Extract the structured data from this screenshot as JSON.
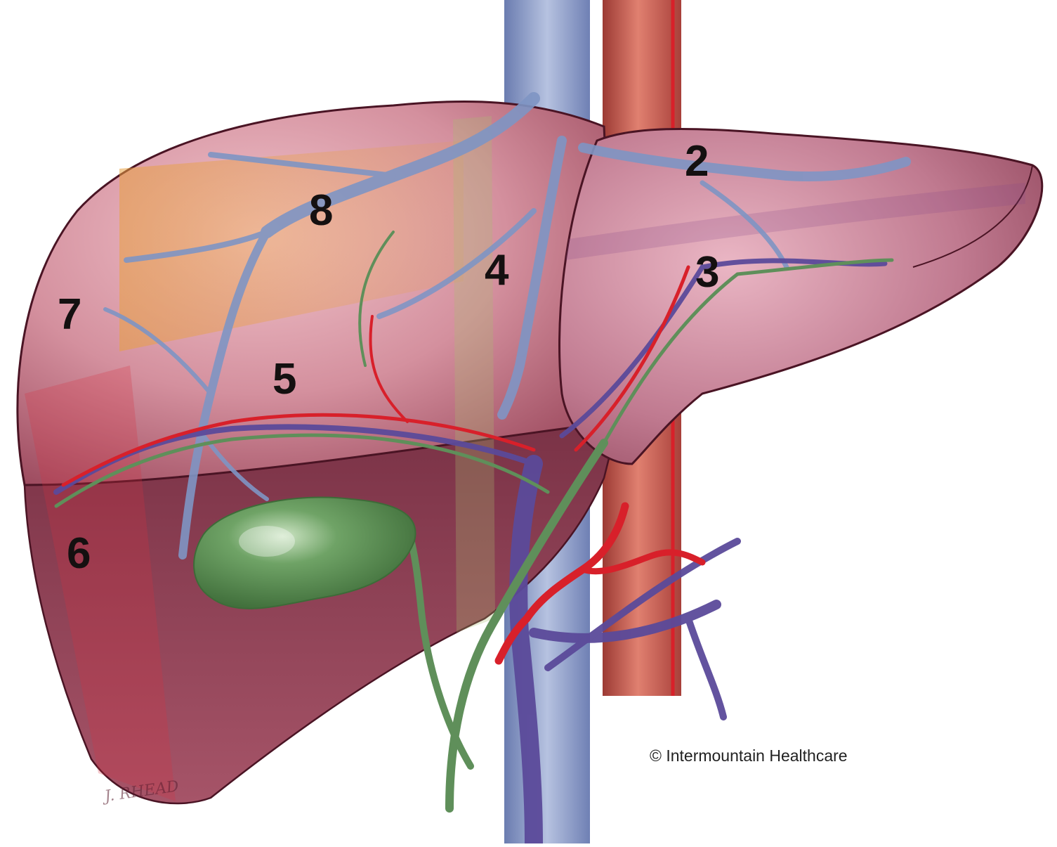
{
  "diagram": {
    "segment_labels": {
      "s2": "2",
      "s3": "3",
      "s4": "4",
      "s5": "5",
      "s6": "6",
      "s7": "7",
      "s8": "8"
    },
    "copyright": "© Intermountain Healthcare",
    "artist_signature": "J. RHEAD",
    "colors": {
      "liver": "#c07585",
      "liver_dark": "#8a3e52",
      "outline": "#4a1424",
      "hepatic_vein": "#7f95c4",
      "portal_vein": "#5b4a9a",
      "artery": "#d8202a",
      "bile_duct": "#5f8f5a",
      "gallbladder": "#5d9156",
      "aorta": "#c65a50",
      "ivc": "#8fa0c8"
    }
  }
}
